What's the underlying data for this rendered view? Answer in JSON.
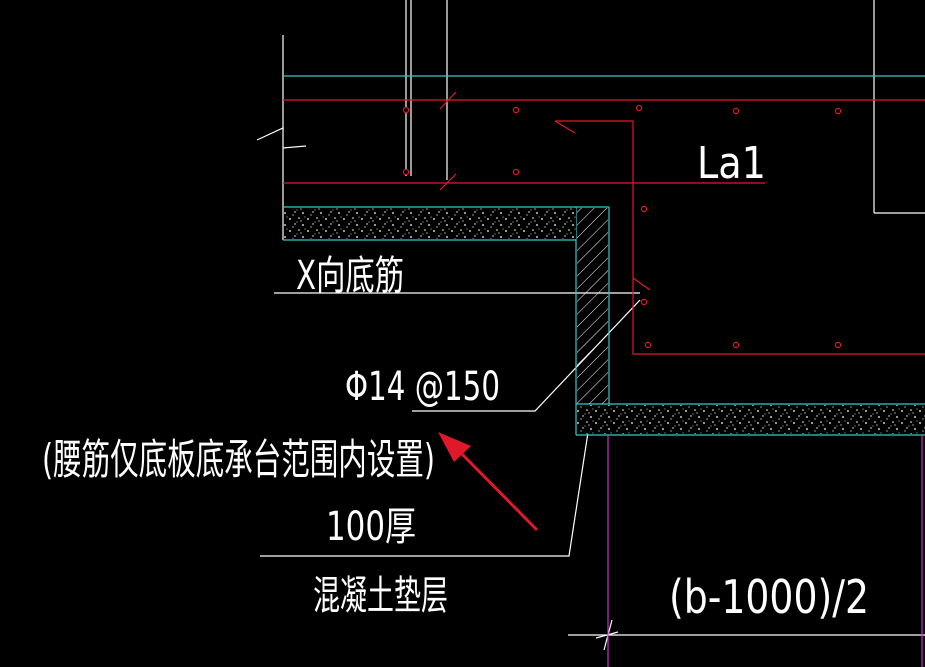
{
  "colors": {
    "background": "#000000",
    "cyan": "#37c8c8",
    "red": "#e0182a",
    "white": "#ffffff",
    "magenta": "#c832c8"
  },
  "labels": {
    "la1": "La1",
    "x_bottom_rebar": "X向底筋",
    "rebar_spec": "Φ14 @150",
    "waist_note": "(腰筋仅底板底承台范围内设置)",
    "thickness": "100厚",
    "concrete_layer": "混凝土垫层",
    "dimension": "(b-1000)/2"
  }
}
